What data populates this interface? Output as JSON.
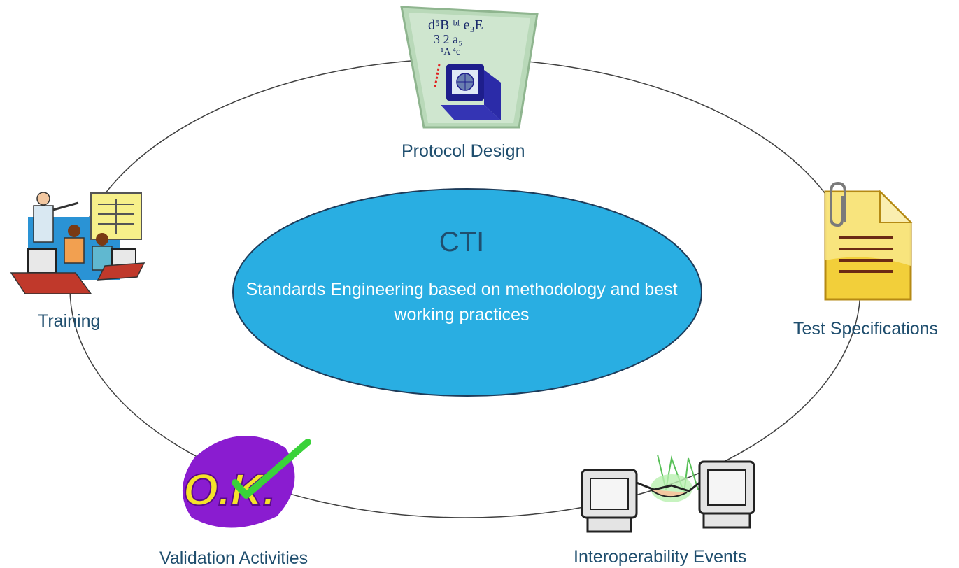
{
  "center": {
    "title": "CTI",
    "description": "Standards Engineering based on methodology and best working practices",
    "fill_color": "#29aee2",
    "stroke_color": "#1e3c5a"
  },
  "cycle": {
    "stroke_color": "#404040",
    "nodes": [
      {
        "label": "Protocol Design",
        "icon": "computer-protocol-design-icon"
      },
      {
        "label": "Test Specifications",
        "icon": "document-paperclip-icon"
      },
      {
        "label": "Interoperability Events",
        "icon": "handshake-computers-icon"
      },
      {
        "label": "Validation Activities",
        "icon": "ok-checkmark-icon"
      },
      {
        "label": "Training",
        "icon": "classroom-training-icon"
      }
    ]
  },
  "colors": {
    "label_text": "#1f4e6e",
    "center_text": "#ffffff"
  }
}
